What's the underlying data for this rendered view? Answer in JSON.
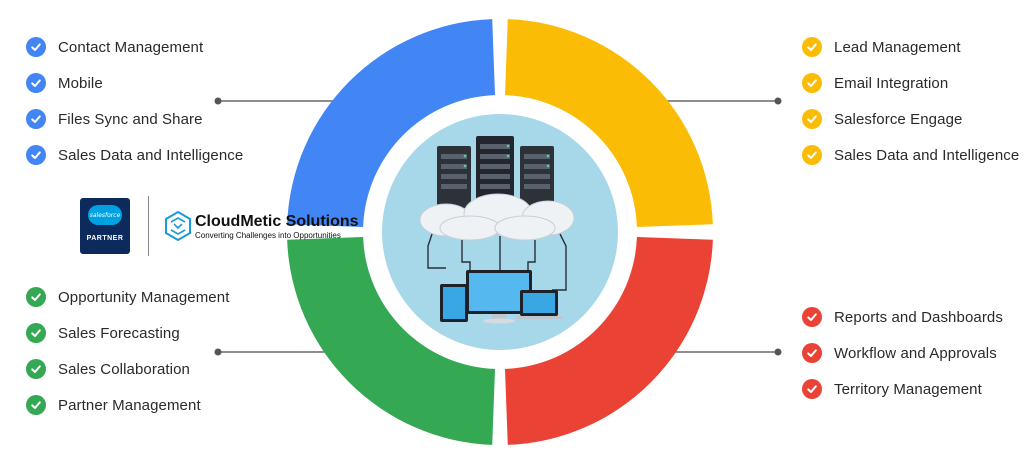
{
  "colors": {
    "blue": "#4285f4",
    "yellow": "#fbbc05",
    "red": "#ea4335",
    "green": "#34a853",
    "center_circle": "#a7d8ea",
    "connector": "#6a6a6a"
  },
  "quadrants": {
    "top_left": {
      "color": "blue",
      "items": [
        "Contact Management",
        "Mobile",
        "Files Sync and Share",
        "Sales Data and Intelligence"
      ]
    },
    "top_right": {
      "color": "yellow",
      "items": [
        "Lead Management",
        "Email Integration",
        "Salesforce Engage",
        "Sales Data and Intelligence"
      ]
    },
    "bottom_left": {
      "color": "green",
      "items": [
        "Opportunity Management",
        "Sales Forecasting",
        "Sales Collaboration",
        "Partner Management"
      ]
    },
    "bottom_right": {
      "color": "red",
      "items": [
        "Reports and Dashboards",
        "Workflow and Approvals",
        "Territory Management"
      ]
    }
  },
  "branding": {
    "salesforce_badge_text": "salesforce",
    "salesforce_partner_text": "PARTNER",
    "company_name": "CloudMetic Solutions",
    "company_tagline": "Converting Challenges into Opportunities"
  },
  "center_illustration": "servers-cloud-devices-icon"
}
